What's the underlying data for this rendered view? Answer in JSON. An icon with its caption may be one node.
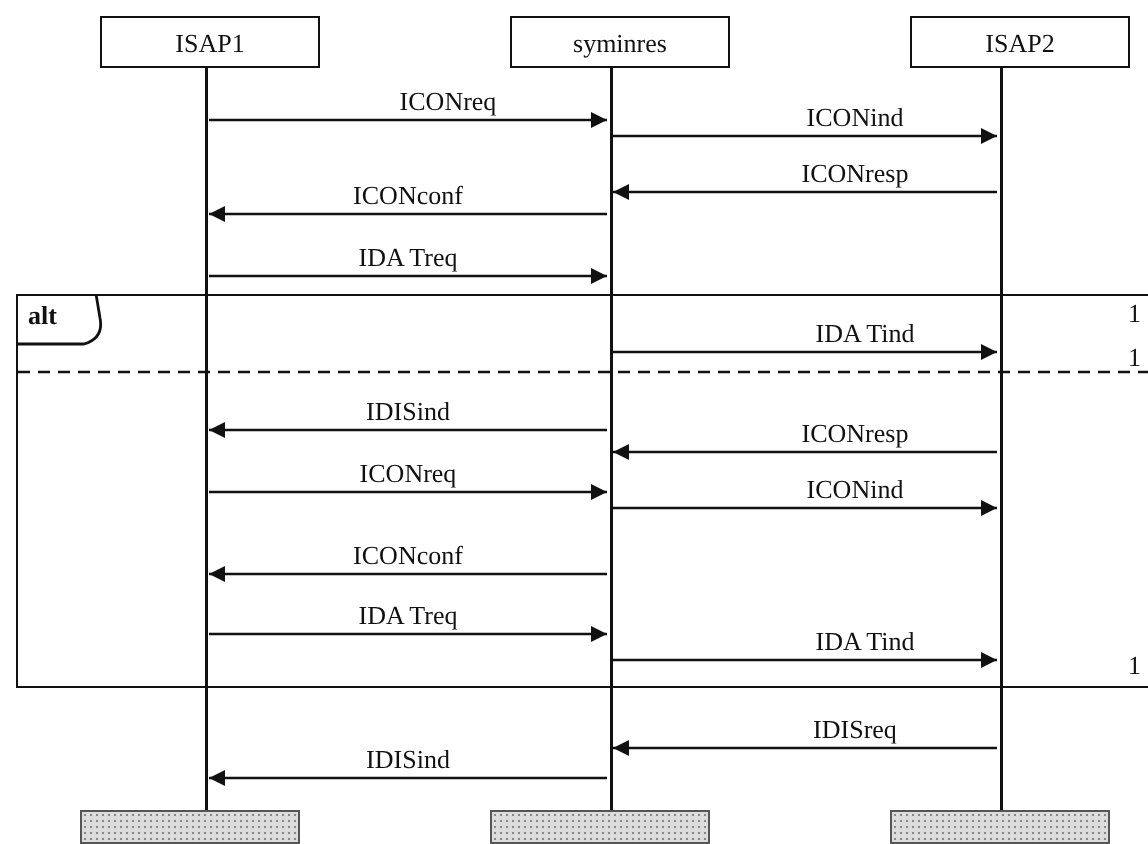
{
  "diagram": {
    "nodes": [
      {
        "text": [
          "ISAP1"
        ]
      },
      {
        "text": [
          "syminres"
        ]
      },
      {
        "text": [
          "ISAP2"
        ]
      },
      {
        "text": [],
        "shape": "line"
      },
      {
        "text": [],
        "shape": "line"
      },
      {
        "text": [],
        "shape": "line"
      },
      {
        "text": [
          "alt"
        ]
      },
      {
        "text": [],
        "shape": "box"
      },
      {
        "text": [],
        "shape": "box"
      },
      {
        "text": [],
        "shape": "box"
      }
    ],
    "edges": [
      {
        "from": 3,
        "to": 4,
        "label": "ICONreq",
        "arrow": "to"
      },
      {
        "from": 4,
        "to": 5,
        "label": "ICONind",
        "arrow": "to"
      },
      {
        "from": 5,
        "to": 4,
        "label": "ICONresp",
        "arrow": "to"
      },
      {
        "from": 4,
        "to": 3,
        "label": "ICONconf",
        "arrow": "to"
      },
      {
        "from": 3,
        "to": 4,
        "label": "IDA Treq",
        "arrow": "to"
      },
      {
        "from": 4,
        "to": 5,
        "label": "IDA Tind",
        "arrow": "to"
      },
      {
        "from": 4,
        "to": 3,
        "label": "IDISind",
        "arrow": "to"
      },
      {
        "from": 5,
        "to": 4,
        "label": "ICONresp",
        "arrow": "to"
      },
      {
        "from": 3,
        "to": 4,
        "label": "ICONreq",
        "arrow": "to"
      },
      {
        "from": 4,
        "to": 5,
        "label": "ICONind",
        "arrow": "to"
      },
      {
        "from": 4,
        "to": 3,
        "label": "ICONconf",
        "arrow": "to"
      },
      {
        "from": 3,
        "to": 4,
        "label": "IDA Treq",
        "arrow": "to"
      },
      {
        "from": 4,
        "to": 5,
        "label": "IDA Tind",
        "arrow": "to"
      },
      {
        "from": 5,
        "to": 4,
        "label": "IDISreq",
        "arrow": "to"
      },
      {
        "from": 4,
        "to": 3,
        "label": "IDISind",
        "arrow": "to"
      }
    ],
    "labels": [
      "1",
      "1",
      "1"
    ]
  }
}
